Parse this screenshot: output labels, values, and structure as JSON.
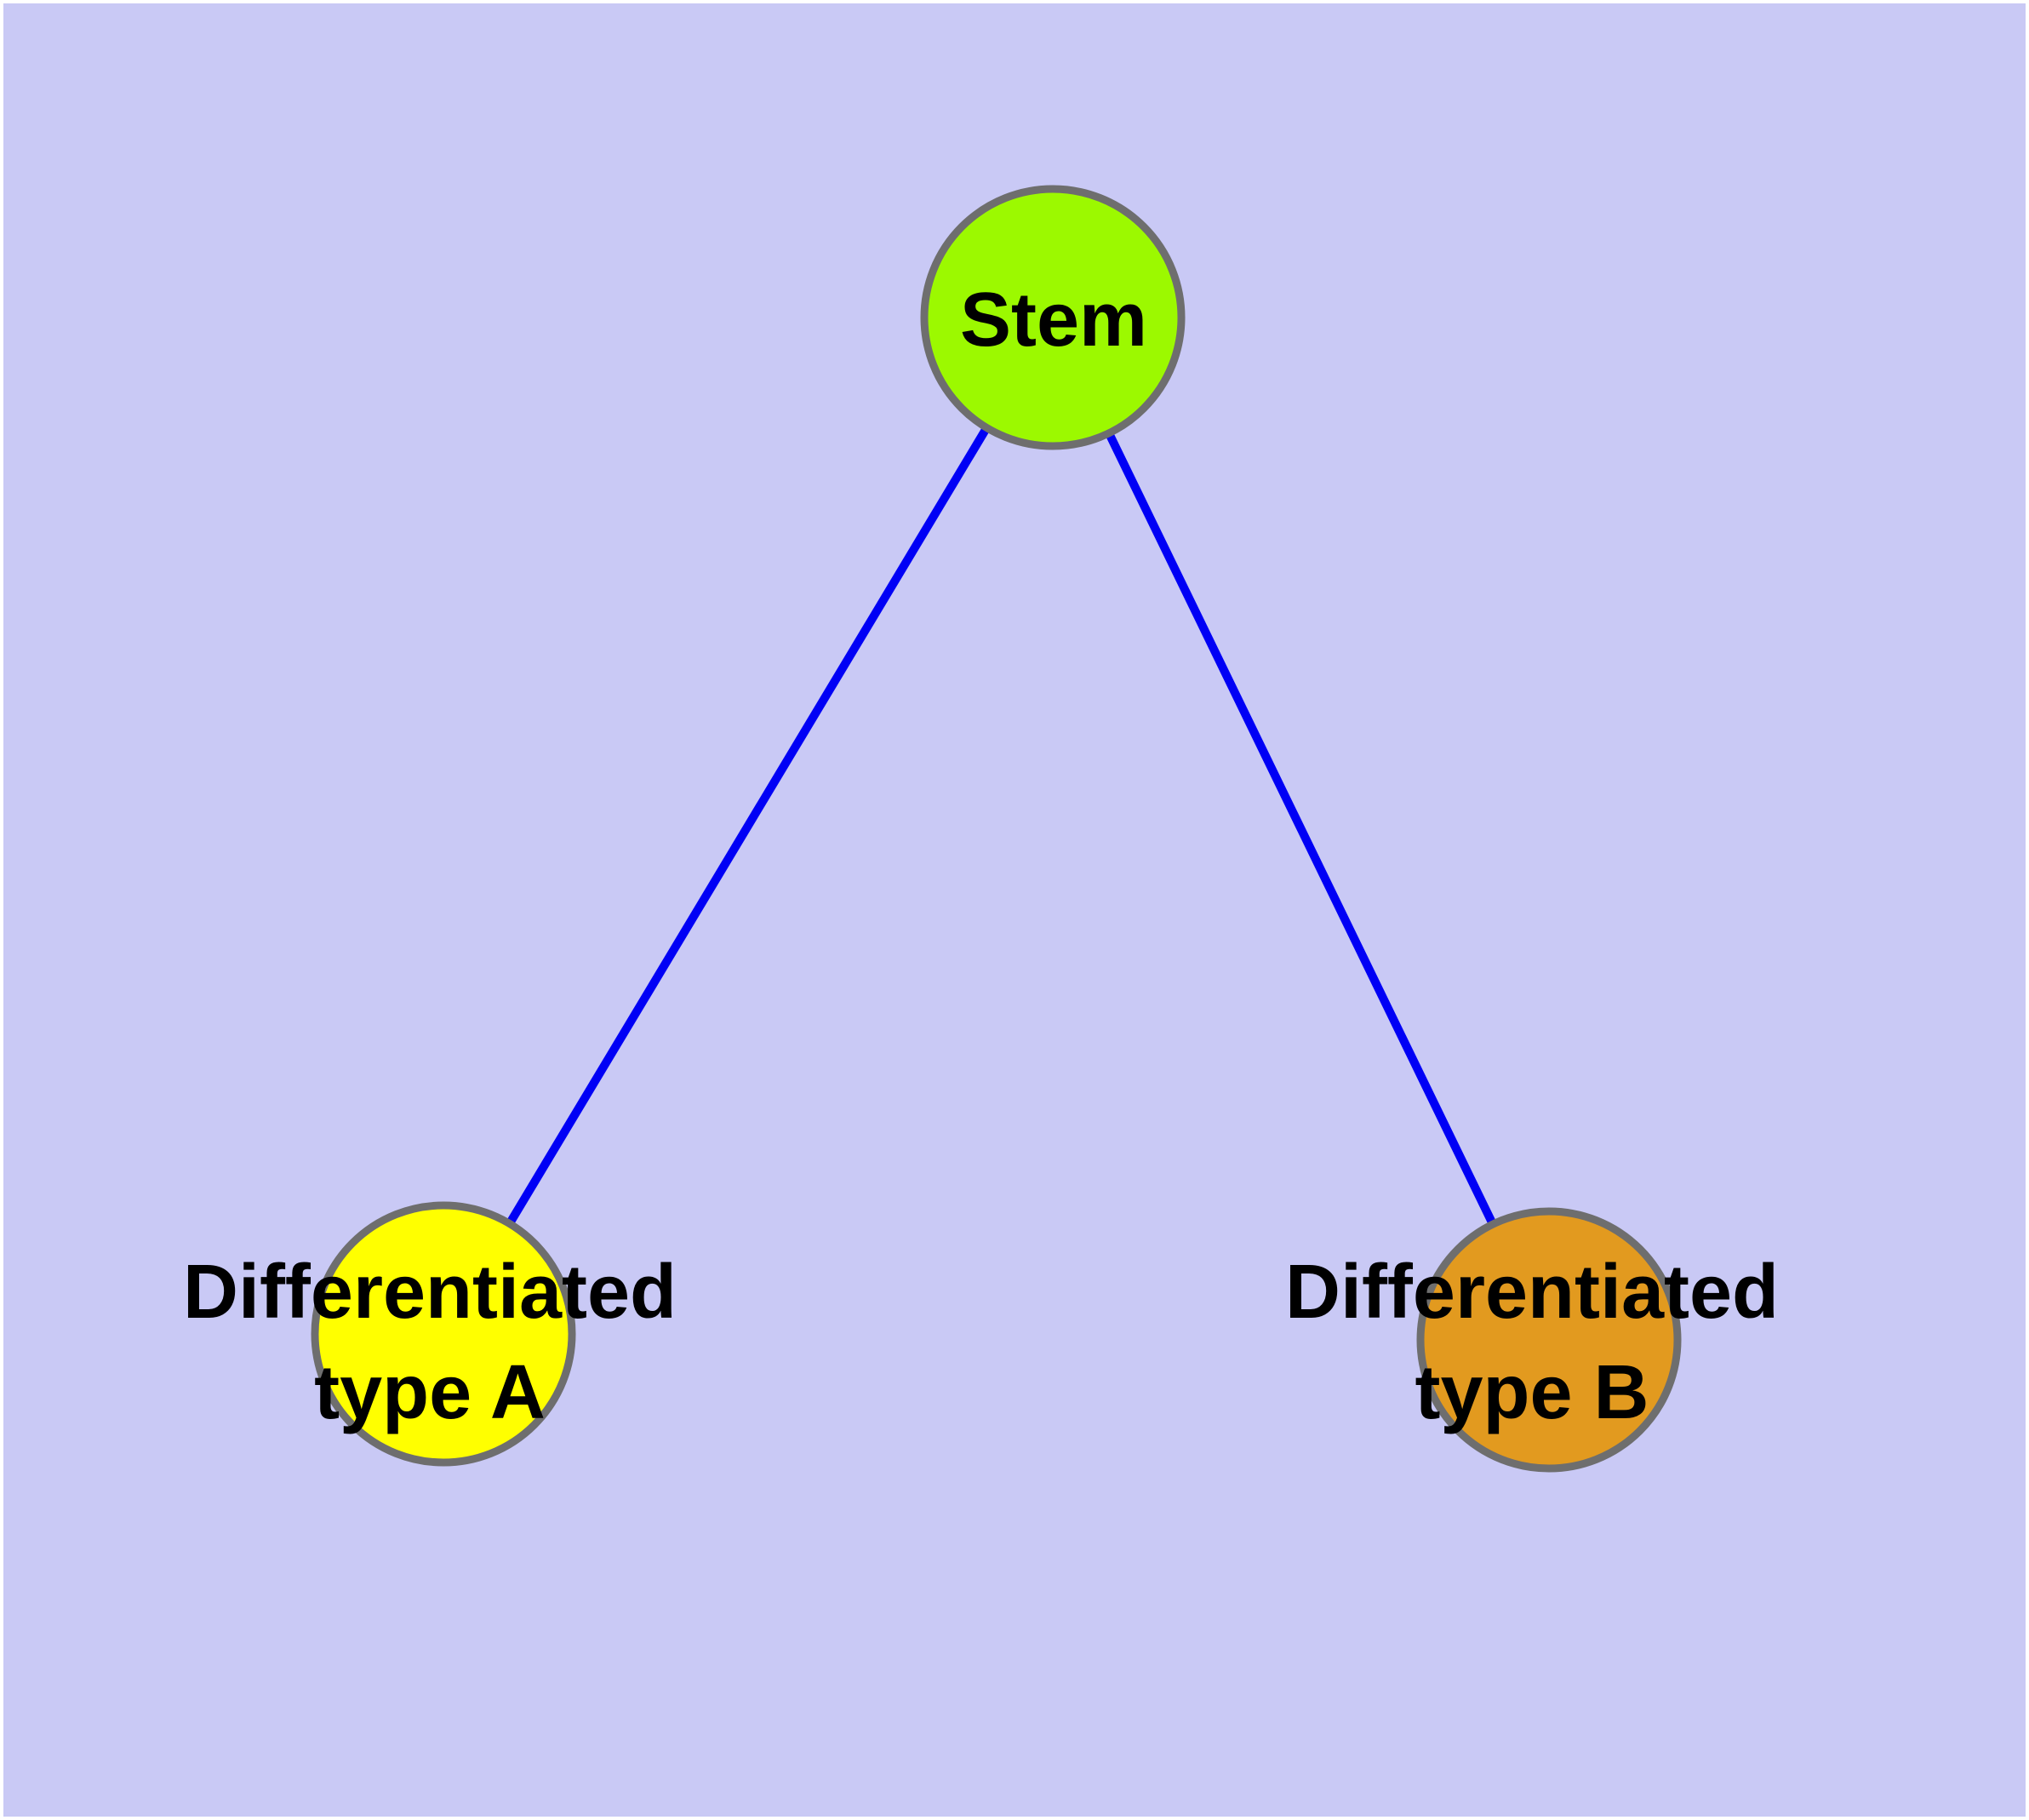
{
  "diagram": {
    "type": "node-link-graph",
    "colors": {
      "background": "#C9C9F5",
      "page_margin": "#FFFFFF",
      "edge": "#0000F5",
      "node_border": "#6E6E6E",
      "label_text": "#000000"
    },
    "nodes": [
      {
        "id": "stem",
        "label": "Stem",
        "color": "#9CF900"
      },
      {
        "id": "differentiated-type-a",
        "label": "Differentiated type A",
        "label_lines": [
          "Differentiated",
          "type A"
        ],
        "color": "#FFFF00"
      },
      {
        "id": "differentiated-type-b",
        "label": "Differentiated type B",
        "label_lines": [
          "Differentiated",
          "type B"
        ],
        "color": "#E29A1F"
      }
    ],
    "edges": [
      {
        "from": "Stem",
        "to": "Differentiated type A"
      },
      {
        "from": "Stem",
        "to": "Differentiated type B"
      }
    ]
  }
}
